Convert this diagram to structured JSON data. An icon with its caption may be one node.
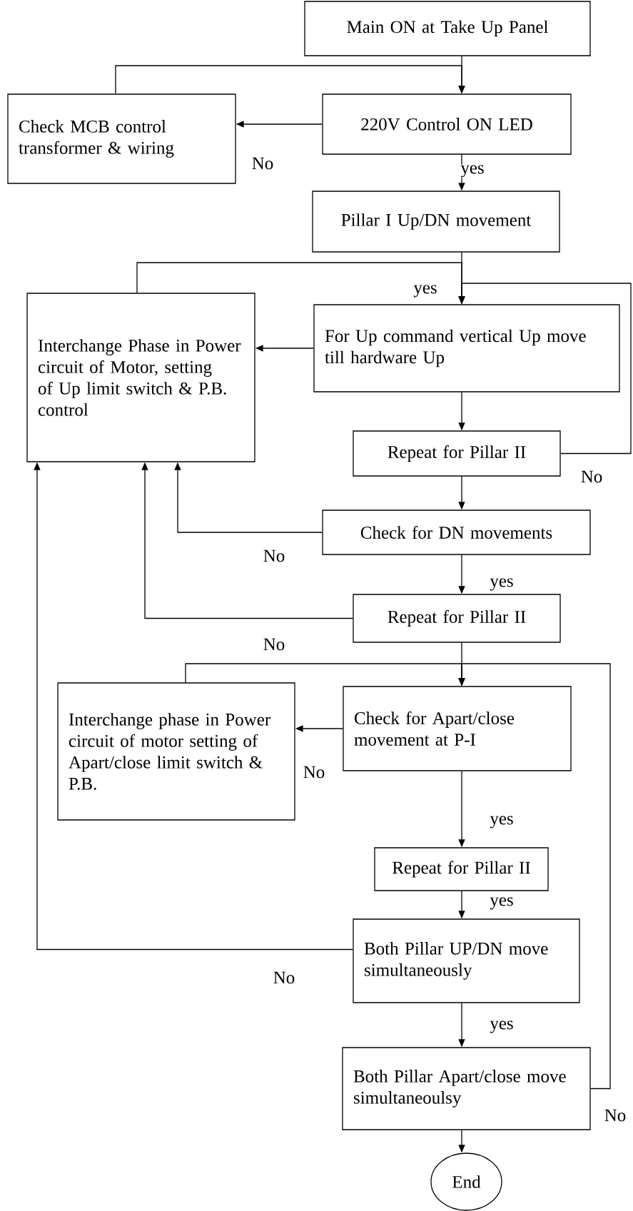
{
  "diagram": {
    "nodes": [
      {
        "text": [
          "Main ON at Take Up Panel"
        ]
      },
      {
        "text": [
          "Check MCB control transformer & wiring"
        ]
      },
      {
        "text": [
          "220V Control ON LED"
        ]
      },
      {
        "text": [
          "Pillar I Up/DN movement"
        ]
      },
      {
        "text": [
          "Interchange Phase in Power circuit of Motor, setting of Up limit switch & P.B. control"
        ]
      },
      {
        "text": [
          "For Up command vertical Up move till hardware Up"
        ]
      },
      {
        "text": [
          "Repeat for Pillar II"
        ]
      },
      {
        "text": [
          "Check for DN movements"
        ]
      },
      {
        "text": [
          "Repeat for Pillar II"
        ]
      },
      {
        "text": [
          "Interchange phase in Power circuit of motor setting of Apart/close limit switch & P.B."
        ]
      },
      {
        "text": [
          "Check for Apart/close movement at P-I"
        ]
      },
      {
        "text": [
          "Repeat for Pillar II"
        ]
      },
      {
        "text": [
          "Both Pillar UP/DN move simultaneously"
        ]
      },
      {
        "text": [
          "Both Pillar Apart/close move simultaneoulsy"
        ]
      },
      {
        "text": [
          "End"
        ]
      }
    ],
    "edges": [
      {
        "from": 0,
        "to": 2,
        "arrow": "to"
      },
      {
        "from": 1,
        "to": 2,
        "arrow": "to"
      },
      {
        "from": 2,
        "to": 1,
        "arrow": "to",
        "label": "No"
      },
      {
        "from": 2,
        "to": 3,
        "arrow": "to",
        "label": "yes"
      },
      {
        "from": 3,
        "to": 5,
        "arrow": "to",
        "label": "yes"
      },
      {
        "from": 4,
        "to": 5,
        "arrow": "to"
      },
      {
        "from": 5,
        "to": 4,
        "arrow": "to"
      },
      {
        "from": 5,
        "to": 6,
        "arrow": "to"
      },
      {
        "from": 6,
        "to": 5,
        "arrow": "to",
        "label": "No"
      },
      {
        "from": 6,
        "to": 7,
        "arrow": "to"
      },
      {
        "from": 7,
        "to": 4,
        "arrow": "to",
        "label": "No"
      },
      {
        "from": 7,
        "to": 8,
        "arrow": "to",
        "label": "yes"
      },
      {
        "from": 8,
        "to": 4,
        "arrow": "to",
        "label": "No"
      },
      {
        "from": 9,
        "to": 10,
        "arrow": "to"
      },
      {
        "from": 8,
        "to": 10,
        "arrow": "to"
      },
      {
        "from": 10,
        "to": 9,
        "arrow": "to",
        "label": "No"
      },
      {
        "from": 10,
        "to": 11,
        "arrow": "to",
        "label": "yes"
      },
      {
        "from": 11,
        "to": 12,
        "arrow": "to",
        "label": "yes"
      },
      {
        "from": 12,
        "to": 4,
        "arrow": "to",
        "label": "No"
      },
      {
        "from": 12,
        "to": 13,
        "arrow": "to",
        "label": "yes"
      },
      {
        "from": 13,
        "to": 10,
        "arrow": "to",
        "label": "No"
      },
      {
        "from": 13,
        "to": 14,
        "arrow": "to"
      }
    ]
  }
}
